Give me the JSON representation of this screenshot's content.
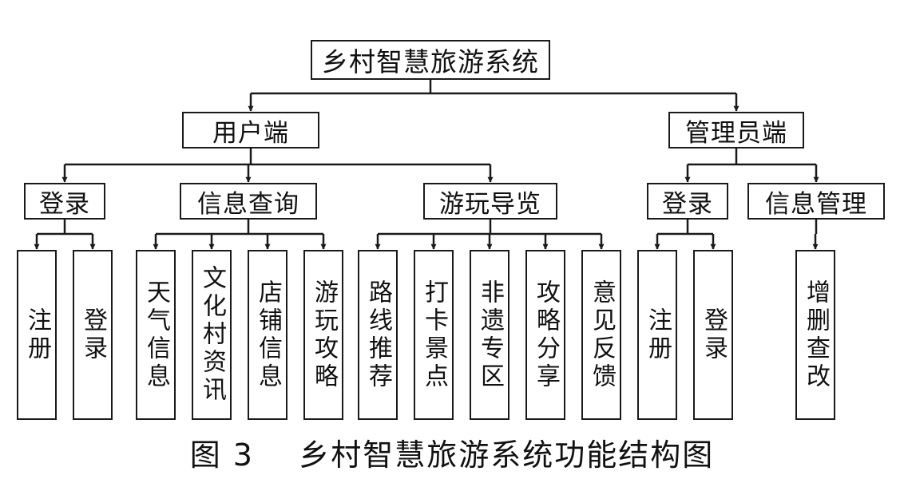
{
  "diagram": {
    "root": "乡村智慧旅游系统",
    "user_end": {
      "label": "用户端",
      "login_group": {
        "label": "登录",
        "items": [
          "注册",
          "登录"
        ]
      },
      "info_query": {
        "label": "信息查询",
        "items": [
          "天气信息",
          "文化村资讯",
          "店铺信息",
          "游玩攻略"
        ]
      },
      "travel_guide": {
        "label": "游玩导览",
        "items": [
          "路线推荐",
          "打卡景点",
          "非遗专区",
          "攻略分享",
          "意见反馈"
        ]
      }
    },
    "admin_end": {
      "label": "管理员端",
      "login_group": {
        "label": "登录",
        "items": [
          "注册",
          "登录"
        ]
      },
      "info_mgmt": {
        "label": "信息管理",
        "items": [
          "增删查改"
        ]
      }
    }
  },
  "caption": "图 3    乡村智慧旅游系统功能结构图",
  "colors": {
    "line": "#1a1a1a",
    "text": "#111111",
    "background": "#ffffff"
  }
}
